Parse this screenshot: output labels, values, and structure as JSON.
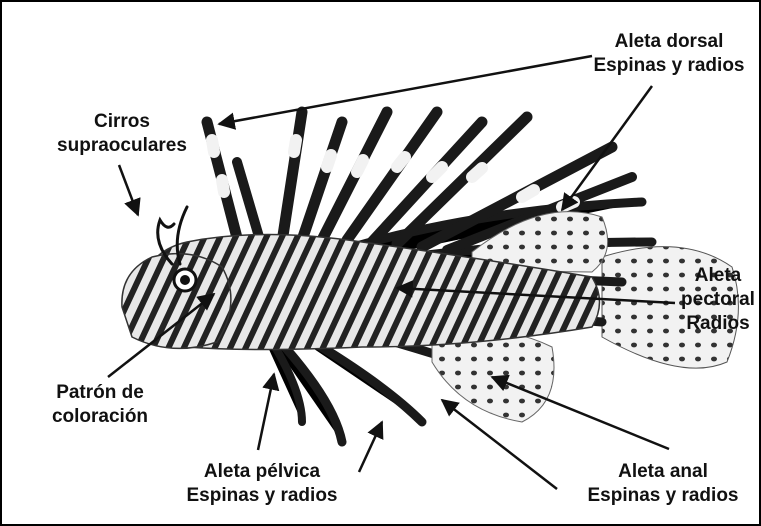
{
  "labels": {
    "dorsal": {
      "line1": "Aleta dorsal",
      "line2": "Espinas y radios"
    },
    "cirros": {
      "line1": "Cirros",
      "line2": "supraoculares"
    },
    "pectoral": {
      "line1": "Aleta",
      "line2": "pectoral",
      "line3": "Radios"
    },
    "patron": {
      "line1": "Patrón de",
      "line2": "coloración"
    },
    "pelvica": {
      "line1": "Aleta pélvica",
      "line2": "Espinas y radios"
    },
    "anal": {
      "line1": "Aleta anal",
      "line2": "Espinas y radios"
    }
  },
  "colors": {
    "ink": "#111111",
    "fin": "#2a2a2a",
    "light": "#d9d9d9"
  }
}
